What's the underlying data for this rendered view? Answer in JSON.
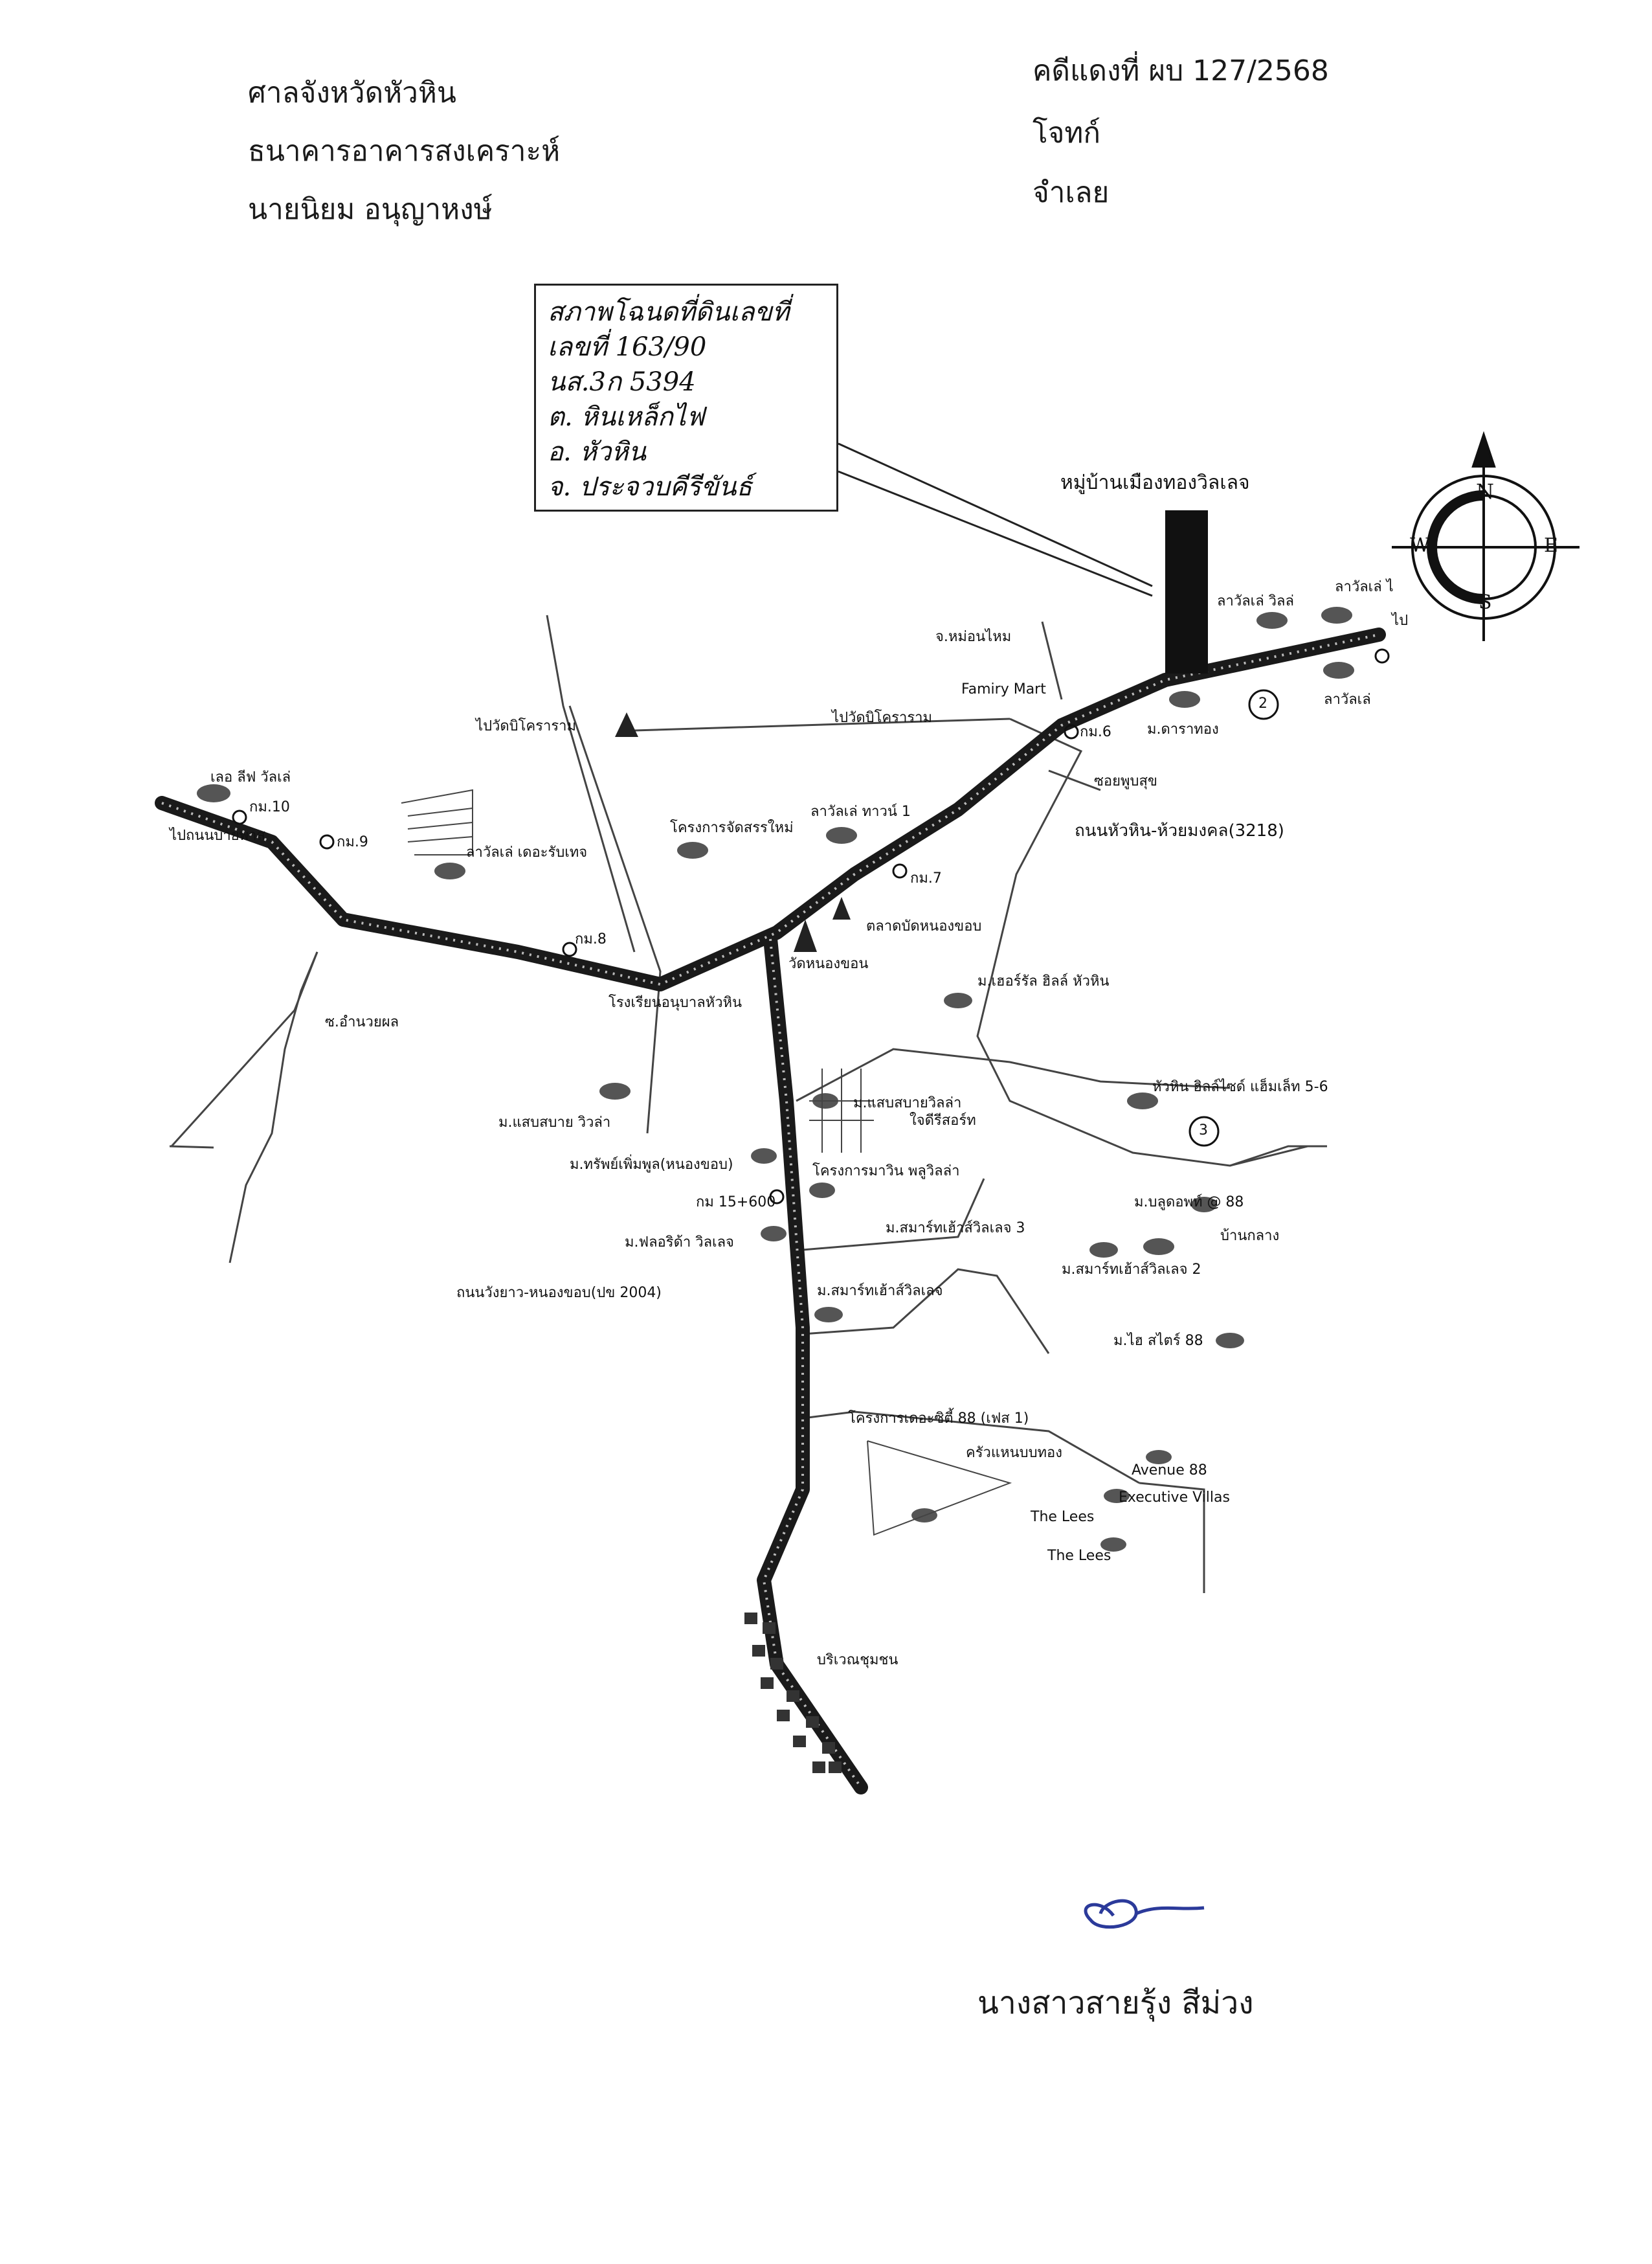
{
  "header": {
    "court": "ศาลจังหวัดหัวหิน",
    "plaintiff": "ธนาคารอาคารสงเคราะห์",
    "defendant_name": "นายนิยม  อนุญาหงษ์",
    "case_no": "คดีแดงที่  ผบ 127/2568",
    "plaintiff_role": "โจทก์",
    "defendant_role": "จำเลย"
  },
  "handwritten_box": [
    "สภาพโฉนดที่ดินเลขที่",
    "เลขที่  163/90",
    "นส.3ก  5394",
    "ต. หินเหล็กไฟ",
    "อ. หัวหิน",
    "จ. ประจวบคีรีขันธ์"
  ],
  "compass": {
    "n": "N",
    "s": "S",
    "e": "E",
    "w": "W"
  },
  "labels": {
    "village": "หมู่บ้านเมืองทองวิลเลจ",
    "lavalle_villa": "ลาวัลเล่ วิลล่",
    "lavalle_right": "ลาวัลเล่ ไ",
    "go_right": "ไป",
    "lavalle2": "ลาวัลเล่",
    "nongpho": "จ.หม่อนไหม",
    "famiry": "Famiry Mart",
    "marker2": "2",
    "dara": "ม.ดาราทอง",
    "km6": "กม.6",
    "wat_kho_left": "ไปวัดบิโคราราม",
    "wat_kho_mid": "ไปวัดบิโคราราม",
    "soi": "ซอยพูบสุข",
    "road_main": "ถนนหัวหิน-ห้วยมงคล(3218)",
    "lee_villa": "เลอ ลีฟ วัลเล่",
    "km10": "กม.10",
    "to_nongplalai": "ไปถนนบายพาส",
    "km9": "กม.9",
    "lavalle_tepa": "ลาวัลเล่ เดอะรับเทจ",
    "new_project": "โครงการจัดสรรใหม่",
    "lavalle_town": "ลาวัลเล่ ทาวน์ 1",
    "km7": "กม.7",
    "market": "ตลาดบัดหนองขอบ",
    "km8": "กม.8",
    "wat_nong": "วัดหนองขอน",
    "school": "โรงเรียนอนุบาลหัวหิน",
    "chamnong": "ซ.อำนวยผล",
    "heritage": "ม.เฮอร์รัล ฮิลล์ หัวหิน",
    "sabai_villa": "ม.แสบสบาย วิวล่า",
    "sabai_villa2": "ม.แสบสบายวิลล่า",
    "jai_resort": "ใจดีรีสอร์ท",
    "hill_side": "หัวหิน ฮิลล์ไซด์ แฮ็มเล็ท 5-6",
    "marker3": "3",
    "sap_phun": "ม.ทรัพย์เพิ่มพูล(หนองขอบ)",
    "chawin": "โครงการมาวิน พลูวิลล่า",
    "km15": "กม 15+600",
    "bulldog": "ม.บลูดอพท์ @ 88",
    "smart3": "ม.สมาร์ทเฮ้าส์วิลเลจ 3",
    "ban_ko": "บ้านกลาง",
    "floor_villa": "ม.ฟลอริด้า วิลเลจ",
    "smart2": "ม.สมาร์ทเฮ้าส์วิลเลจ 2",
    "road_kw": "ถนนวังยาว-หนองขอบ(ปข 2004)",
    "smart_v": "ม.สมาร์ทเฮ้าส์วิลเลจ",
    "hi_life": "ม.ไฮ สไตร์ 88",
    "dee88": "โครงการเดอะซิตี้ 88 (เฟส 1)",
    "krua": "ครัวแหนบบทอง",
    "avenue": "Avenue 88",
    "exec": "Executive Villas",
    "lees1": "The Lees",
    "lees2": "The Lees",
    "community": "บริเวณชุมชน"
  },
  "signature": {
    "name": "นางสาวสายรุ้ง  สีม่วง"
  }
}
